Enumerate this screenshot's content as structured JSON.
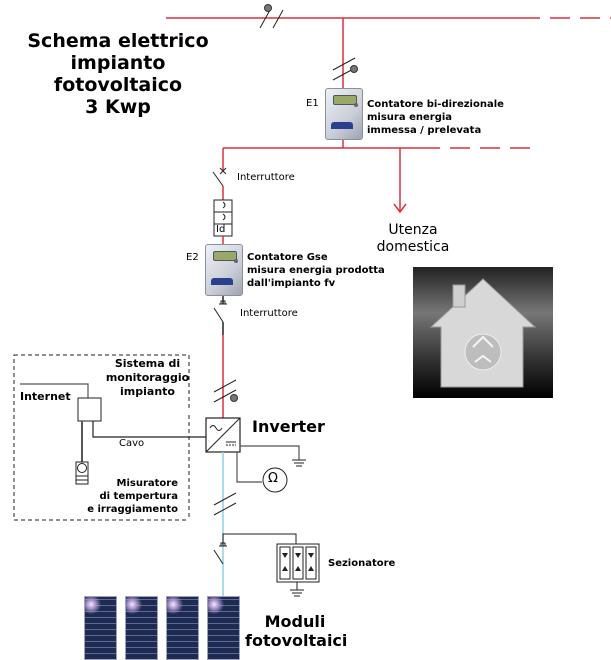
{
  "title": {
    "line1": "Schema elettrico",
    "line2": "impianto",
    "line3": "fotovoltaico",
    "line4": "3 Kwp"
  },
  "colors": {
    "ac_line": "#d9303e",
    "dc_line": "#8fd0e0",
    "signal_line": "#333333"
  },
  "meter_e1": {
    "tag": "E1",
    "desc_line1": "Contatore bi-direzionale",
    "desc_line2": "misura energia",
    "desc_line3": "immessa / prelevata",
    "icon": "electric-meter-icon"
  },
  "switch_1": {
    "label": "Interruttore",
    "icon": "circuit-breaker-icon"
  },
  "differential": {
    "label": "Id",
    "icon": "differential-switch-icon"
  },
  "utenza": {
    "line1": "Utenza",
    "line2": "domestica",
    "icon": "house-recycle-icon"
  },
  "meter_e2": {
    "tag": "E2",
    "desc_line1": "Contatore Gse",
    "desc_line2": "misura energia prodotta",
    "desc_line3": "dall'impianto fv",
    "icon": "electric-meter-icon"
  },
  "switch_2": {
    "label": "Interruttore",
    "icon": "switch-icon"
  },
  "monitoring": {
    "title_line1": "Sistema di",
    "title_line2": "monitoraggio",
    "title_line3": "impianto",
    "internet": "Internet",
    "cable": "Cavo",
    "sensor_line1": "Misuratore",
    "sensor_line2": "di tempertura",
    "sensor_line3": "e irraggiamento"
  },
  "inverter": {
    "label": "Inverter",
    "icon": "inverter-icon",
    "ground_icon": "ground-icon",
    "meter_symbol": "Ω"
  },
  "sezionatore": {
    "label": "Sezionatore",
    "icon": "surge-protector-icon"
  },
  "moduli": {
    "line1": "Moduli",
    "line2": "fotovoltaici",
    "count": 4,
    "icon": "solar-panel-icon"
  }
}
